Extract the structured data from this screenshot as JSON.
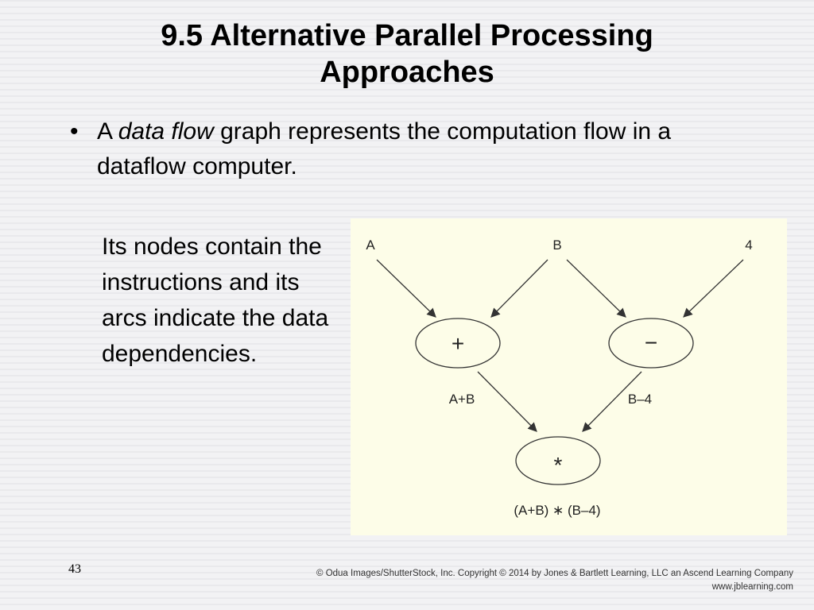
{
  "slide": {
    "title": "9.5 Alternative Parallel Processing Approaches",
    "bullet": {
      "marker": "•",
      "lead": "A ",
      "emphasis": "data flow",
      "rest": " graph represents the computation flow in a dataflow computer."
    },
    "side_text": "Its nodes contain the instructions and its arcs indicate the data dependencies.",
    "page_number": "43"
  },
  "diagram": {
    "inputs": {
      "a": "A",
      "b": "B",
      "four": "4"
    },
    "nodes": {
      "plus": "+",
      "minus": "−",
      "times": "*"
    },
    "edge_labels": {
      "sum": "A+B",
      "diff": "B–4",
      "result": "(A+B) ∗ (B–4)"
    }
  },
  "footer": {
    "copyright": "© Odua Images/ShutterStock, Inc. Copyright © 2014 by Jones & Bartlett Learning, LLC an Ascend Learning Company",
    "website": "www.jblearning.com"
  }
}
